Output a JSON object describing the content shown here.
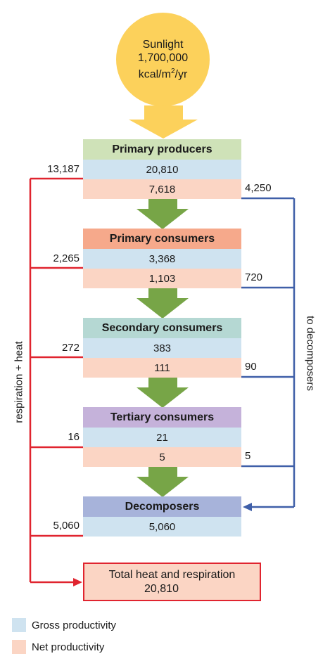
{
  "sun": {
    "line1": "Sunlight",
    "line2": "1,700,000",
    "unit_base": "kcal/m",
    "unit_exp": "2",
    "unit_tail": "/yr"
  },
  "levels": [
    {
      "name": "Primary producers",
      "gross": "20,810",
      "net": "7,618",
      "respiration": "13,187",
      "to_decomposers": "4,250",
      "header_color": "#cfe2b8"
    },
    {
      "name": "Primary consumers",
      "gross": "3,368",
      "net": "1,103",
      "respiration": "2,265",
      "to_decomposers": "720",
      "header_color": "#f6a98b"
    },
    {
      "name": "Secondary consumers",
      "gross": "383",
      "net": "111",
      "respiration": "272",
      "to_decomposers": "90",
      "header_color": "#b5d8d3"
    },
    {
      "name": "Tertiary consumers",
      "gross": "21",
      "net": "5",
      "respiration": "16",
      "to_decomposers": "5",
      "header_color": "#c5b2da"
    },
    {
      "name": "Decomposers",
      "gross": "5,060",
      "respiration": "5,060",
      "header_color": "#a7b3da"
    }
  ],
  "total": {
    "line1": "Total heat and respiration",
    "line2": "20,810"
  },
  "side_labels": {
    "left": "respiration + heat",
    "right": "to decomposers"
  },
  "legend": [
    {
      "label": "Gross productivity",
      "color": "#cfe3f0"
    },
    {
      "label": "Net productivity",
      "color": "#fbd5c4"
    }
  ],
  "colors": {
    "sun": "#fcd15b",
    "arrow_green": "#77a547",
    "respiration_line": "#e0242f",
    "decomposer_line": "#3f5fa8",
    "gross": "#cfe3f0",
    "net": "#fbd5c4"
  }
}
